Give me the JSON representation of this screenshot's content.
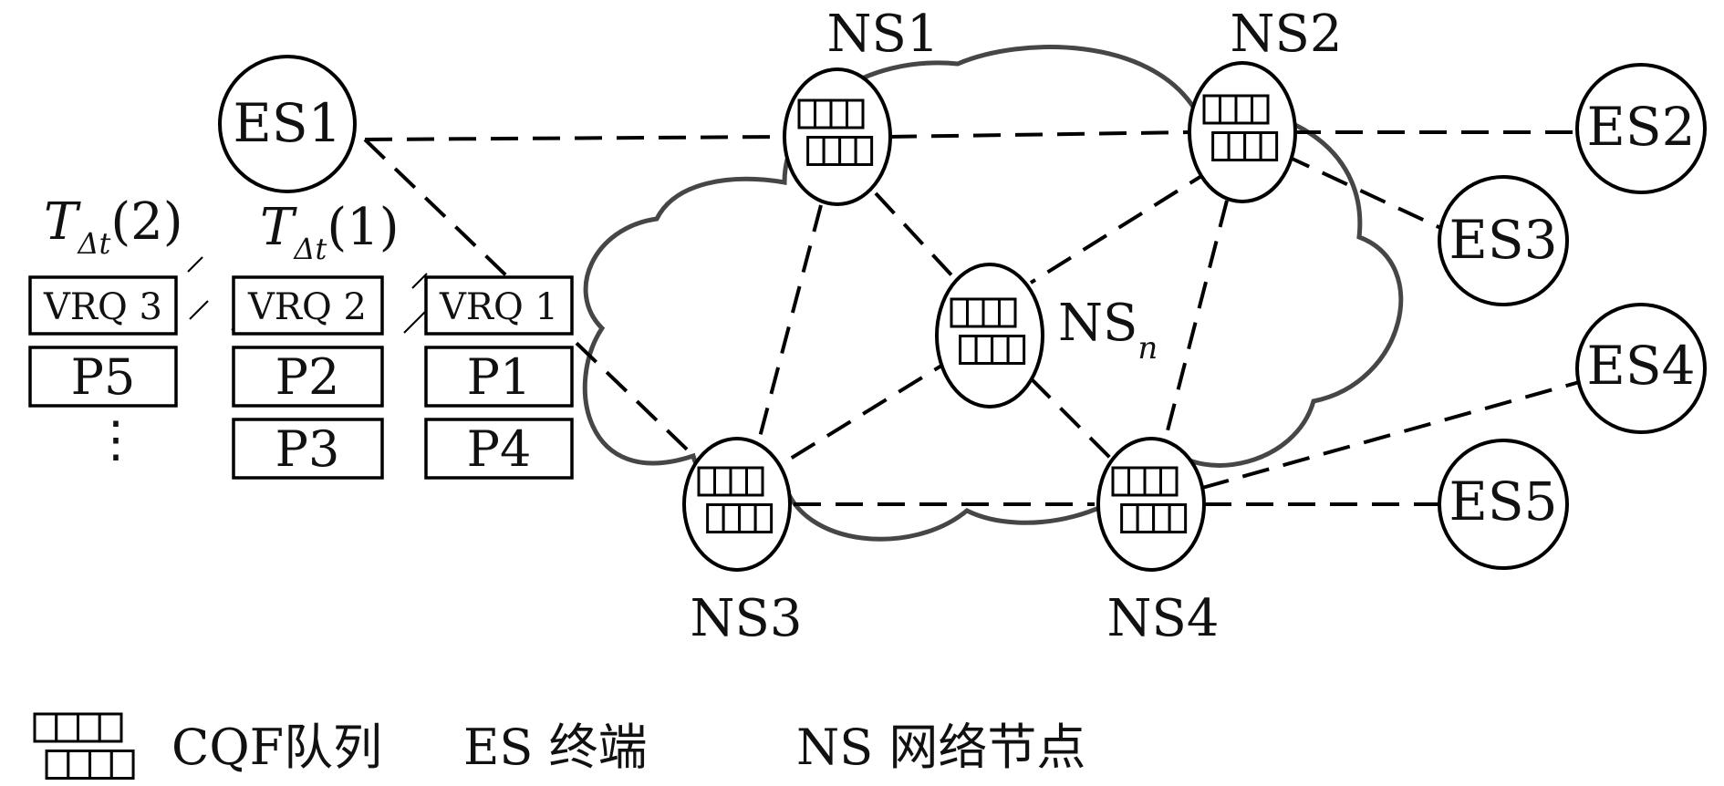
{
  "end_stations": {
    "es1": "ES1",
    "es2": "ES2",
    "es3": "ES3",
    "es4": "ES4",
    "es5": "ES5"
  },
  "network_nodes": {
    "ns1": "NS1",
    "ns2": "NS2",
    "ns3": "NS3",
    "ns4": "NS4",
    "nsn_base": "NS",
    "nsn_sub": "n"
  },
  "time_slots": [
    {
      "T": "T",
      "sub": "Δt",
      "arg": "(2)"
    },
    {
      "T": "T",
      "sub": "Δt",
      "arg": "(1)"
    }
  ],
  "queues": {
    "vrq3": "VRQ 3",
    "vrq2": "VRQ 2",
    "vrq1": "VRQ 1"
  },
  "packets": {
    "p1": "P1",
    "p2": "P2",
    "p3": "P3",
    "p4": "P4",
    "p5": "P5",
    "ellipsis": "⋮"
  },
  "legend": {
    "cqf": "CQF队列",
    "es": "ES 终端",
    "ns": "NS 网络节点"
  }
}
